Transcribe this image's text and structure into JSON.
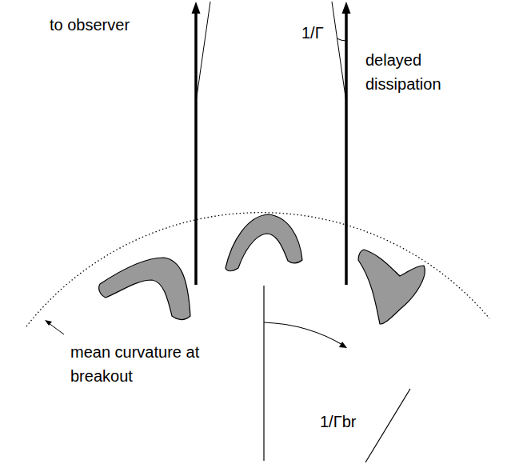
{
  "diagram": {
    "labels": [
      "to observer",
      "1/Γ",
      "delayed dissipation",
      "mean curvature at breakout",
      "1/Γbr"
    ]
  }
}
